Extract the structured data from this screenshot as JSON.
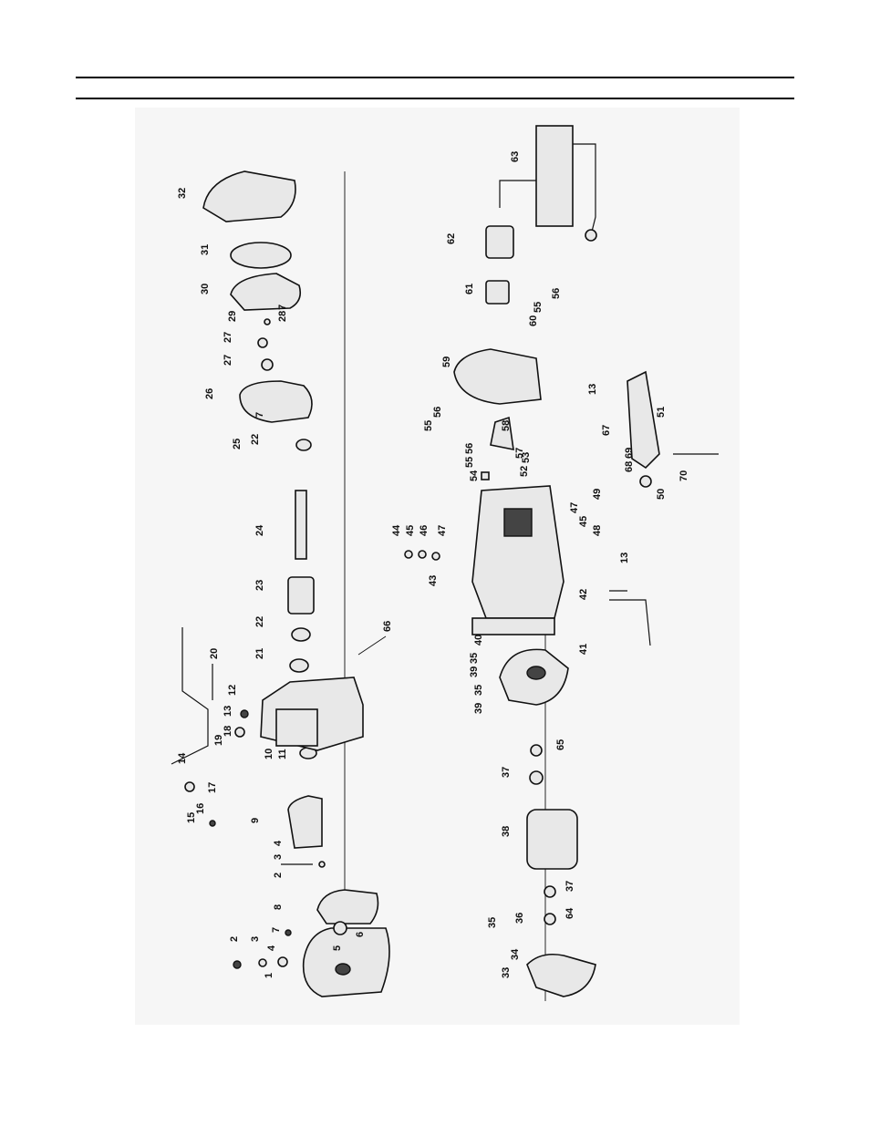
{
  "header": {
    "title": ""
  },
  "figure": {
    "callouts": [
      {
        "id": "c1",
        "text": "1"
      },
      {
        "id": "c2",
        "text": "2"
      },
      {
        "id": "c3",
        "text": "3"
      },
      {
        "id": "c4",
        "text": "4"
      },
      {
        "id": "c5",
        "text": "5"
      },
      {
        "id": "c6",
        "text": "6"
      },
      {
        "id": "c7",
        "text": "7"
      },
      {
        "id": "c8",
        "text": "8"
      },
      {
        "id": "c2b",
        "text": "2"
      },
      {
        "id": "c3b",
        "text": "3"
      },
      {
        "id": "c4b",
        "text": "4"
      },
      {
        "id": "c9",
        "text": "9"
      },
      {
        "id": "c10",
        "text": "10"
      },
      {
        "id": "c11",
        "text": "11"
      },
      {
        "id": "c12",
        "text": "12"
      },
      {
        "id": "c13",
        "text": "13"
      },
      {
        "id": "c14",
        "text": "14"
      },
      {
        "id": "c15",
        "text": "15"
      },
      {
        "id": "c16",
        "text": "16"
      },
      {
        "id": "c17",
        "text": "17"
      },
      {
        "id": "c18",
        "text": "18"
      },
      {
        "id": "c19",
        "text": "19"
      },
      {
        "id": "c20",
        "text": "20"
      },
      {
        "id": "c21",
        "text": "21"
      },
      {
        "id": "c22",
        "text": "22"
      },
      {
        "id": "c23",
        "text": "23"
      },
      {
        "id": "c24",
        "text": "24"
      },
      {
        "id": "c25",
        "text": "25"
      },
      {
        "id": "c22b",
        "text": "22"
      },
      {
        "id": "c7b",
        "text": "7"
      },
      {
        "id": "c26",
        "text": "26"
      },
      {
        "id": "c27",
        "text": "27"
      },
      {
        "id": "c27b",
        "text": "27"
      },
      {
        "id": "c28",
        "text": "28"
      },
      {
        "id": "c29",
        "text": "29"
      },
      {
        "id": "c7c",
        "text": "7"
      },
      {
        "id": "c30",
        "text": "30"
      },
      {
        "id": "c31",
        "text": "31"
      },
      {
        "id": "c32",
        "text": "32"
      },
      {
        "id": "c66",
        "text": "66"
      },
      {
        "id": "c33",
        "text": "33"
      },
      {
        "id": "c34",
        "text": "34"
      },
      {
        "id": "c35",
        "text": "35"
      },
      {
        "id": "c36",
        "text": "36"
      },
      {
        "id": "c64",
        "text": "64"
      },
      {
        "id": "c37",
        "text": "37"
      },
      {
        "id": "c38",
        "text": "38"
      },
      {
        "id": "c37b",
        "text": "37"
      },
      {
        "id": "c65",
        "text": "65"
      },
      {
        "id": "c39",
        "text": "39"
      },
      {
        "id": "c35b",
        "text": "35"
      },
      {
        "id": "c39b",
        "text": "39"
      },
      {
        "id": "c35c",
        "text": "35"
      },
      {
        "id": "c40",
        "text": "40"
      },
      {
        "id": "c41",
        "text": "41"
      },
      {
        "id": "c42",
        "text": "42"
      },
      {
        "id": "c43",
        "text": "43"
      },
      {
        "id": "c44",
        "text": "44"
      },
      {
        "id": "c45",
        "text": "45"
      },
      {
        "id": "c46",
        "text": "46"
      },
      {
        "id": "c47",
        "text": "47"
      },
      {
        "id": "c47b",
        "text": "47"
      },
      {
        "id": "c45b",
        "text": "45"
      },
      {
        "id": "c48",
        "text": "48"
      },
      {
        "id": "c13b",
        "text": "13"
      },
      {
        "id": "c49",
        "text": "49"
      },
      {
        "id": "c50",
        "text": "50"
      },
      {
        "id": "c68",
        "text": "68"
      },
      {
        "id": "c69",
        "text": "69"
      },
      {
        "id": "c67",
        "text": "67"
      },
      {
        "id": "c70",
        "text": "70"
      },
      {
        "id": "c51",
        "text": "51"
      },
      {
        "id": "c13c",
        "text": "13"
      },
      {
        "id": "c52",
        "text": "52"
      },
      {
        "id": "c53",
        "text": "53"
      },
      {
        "id": "c54",
        "text": "54"
      },
      {
        "id": "c55",
        "text": "55"
      },
      {
        "id": "c56",
        "text": "56"
      },
      {
        "id": "c57",
        "text": "57"
      },
      {
        "id": "c58",
        "text": "58"
      },
      {
        "id": "c55b",
        "text": "55"
      },
      {
        "id": "c56b",
        "text": "56"
      },
      {
        "id": "c59",
        "text": "59"
      },
      {
        "id": "c60",
        "text": "60"
      },
      {
        "id": "c55c",
        "text": "55"
      },
      {
        "id": "c56c",
        "text": "56"
      },
      {
        "id": "c61",
        "text": "61"
      },
      {
        "id": "c62",
        "text": "62"
      },
      {
        "id": "c63",
        "text": "63"
      }
    ]
  }
}
